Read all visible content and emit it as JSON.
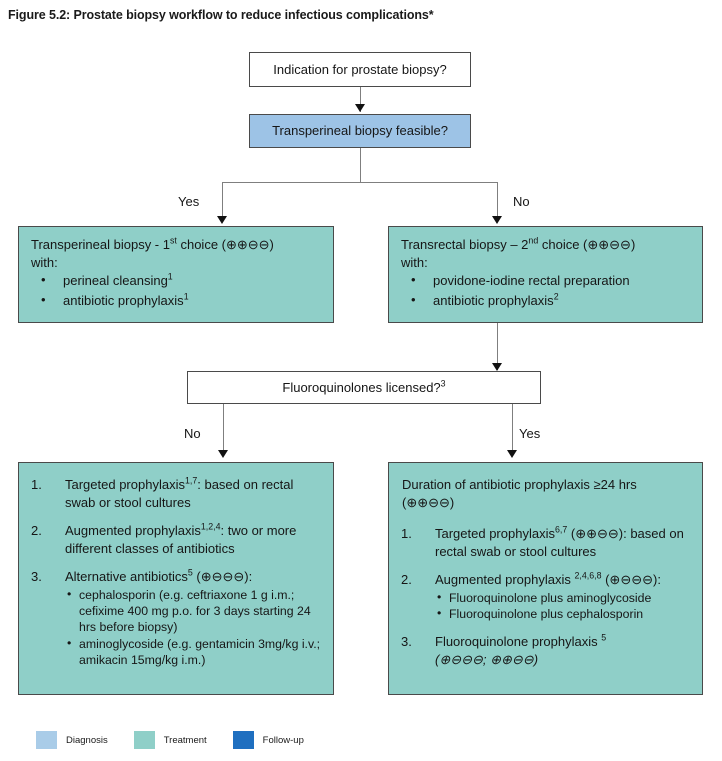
{
  "figure": {
    "title": "Figure 5.2: Prostate biopsy workflow to reduce infectious complications*"
  },
  "colors": {
    "diagnosis": "#9DC3E6",
    "treatment": "#8FCFC8",
    "followup": "#1F6FC0",
    "box_border": "#4a4a4a",
    "connector": "#7f7f7f",
    "arrow": "#111111",
    "text": "#161616"
  },
  "nodes": {
    "indication": {
      "label": "Indication for prostate biopsy?",
      "type": "decision",
      "fill": "white"
    },
    "transperineal_feasible": {
      "label": "Transperineal biopsy feasible?",
      "type": "decision",
      "fill": "diagnosis"
    },
    "transperineal_box": {
      "lead": "Transperineal biopsy - 1st choice (⊕⊕⊖⊖)",
      "lead_main": "Transperineal biopsy - 1",
      "lead_sup": "st",
      "lead_rest": " choice (⊕⊕⊖⊖)",
      "with": "with:",
      "bullets": [
        {
          "text": "perineal cleansing",
          "sup": "1"
        },
        {
          "text": "antibiotic prophylaxis",
          "sup": "1"
        }
      ]
    },
    "transrectal_box": {
      "lead_main": "Transrectal biopsy – 2",
      "lead_sup": "nd",
      "lead_rest": " choice (⊕⊕⊖⊖)",
      "with": "with:",
      "bullets": [
        {
          "text": "povidone-iodine rectal preparation",
          "sup": ""
        },
        {
          "text": "antibiotic prophylaxis",
          "sup": "2"
        }
      ]
    },
    "fluoroquinolones": {
      "label_main": "Fluoroquinolones licensed?",
      "label_sup": "3",
      "type": "decision",
      "fill": "white"
    },
    "fq_not_licensed_box": {
      "items": [
        {
          "num": "1.",
          "main": "Targeted prophylaxis",
          "sup": "1,7",
          "rest": ": based on rectal swab or stool cultures",
          "sub": []
        },
        {
          "num": "2.",
          "main": "Augmented prophylaxis",
          "sup": "1,2,4",
          "rest": ": two or more different classes of antibiotics",
          "sub": []
        },
        {
          "num": "3.",
          "main": "Alternative antibiotics",
          "sup": "5",
          "rest": " (⊕⊖⊖⊖):",
          "sub": [
            "cephalosporin (e.g. ceftriaxone 1 g i.m.; cefixime 400 mg p.o. for 3 days starting 24 hrs before biopsy)",
            "aminoglycoside (e.g. gentamicin 3mg/kg i.v.; amikacin 15mg/kg i.m.)"
          ]
        }
      ]
    },
    "fq_licensed_box": {
      "heading": "Duration of antibiotic prophylaxis ≥24 hrs (⊕⊕⊖⊖)",
      "heading_line1": "Duration of antibiotic prophylaxis ≥24 hrs",
      "heading_line2": "(⊕⊕⊖⊖)",
      "items": [
        {
          "num": "1.",
          "main": "Targeted prophylaxis",
          "sup": "6,7",
          "rest": " (⊕⊕⊖⊖): based on rectal swab or stool cultures",
          "sub": []
        },
        {
          "num": "2.",
          "main": "Augmented prophylaxis ",
          "sup": "2,4,6,8",
          "rest": " (⊕⊖⊖⊖):",
          "sub": [
            "Fluoroquinolone plus aminoglycoside",
            "Fluoroquinolone plus cephalosporin"
          ]
        },
        {
          "num": "3.",
          "main": "Fluoroquinolone prophylaxis ",
          "sup": "5",
          "rest": "",
          "italic_line": "(⊕⊖⊖⊖; ⊕⊕⊖⊖)",
          "sub": []
        }
      ]
    }
  },
  "branch_labels": {
    "feasible_yes": "Yes",
    "feasible_no": "No",
    "fq_no": "No",
    "fq_yes": "Yes"
  },
  "legend": {
    "items": [
      {
        "label": "Diagnosis",
        "color": "#A9CCE8"
      },
      {
        "label": "Treatment",
        "color": "#8FCFC8"
      },
      {
        "label": "Follow-up",
        "color": "#1F6FC0"
      }
    ]
  }
}
